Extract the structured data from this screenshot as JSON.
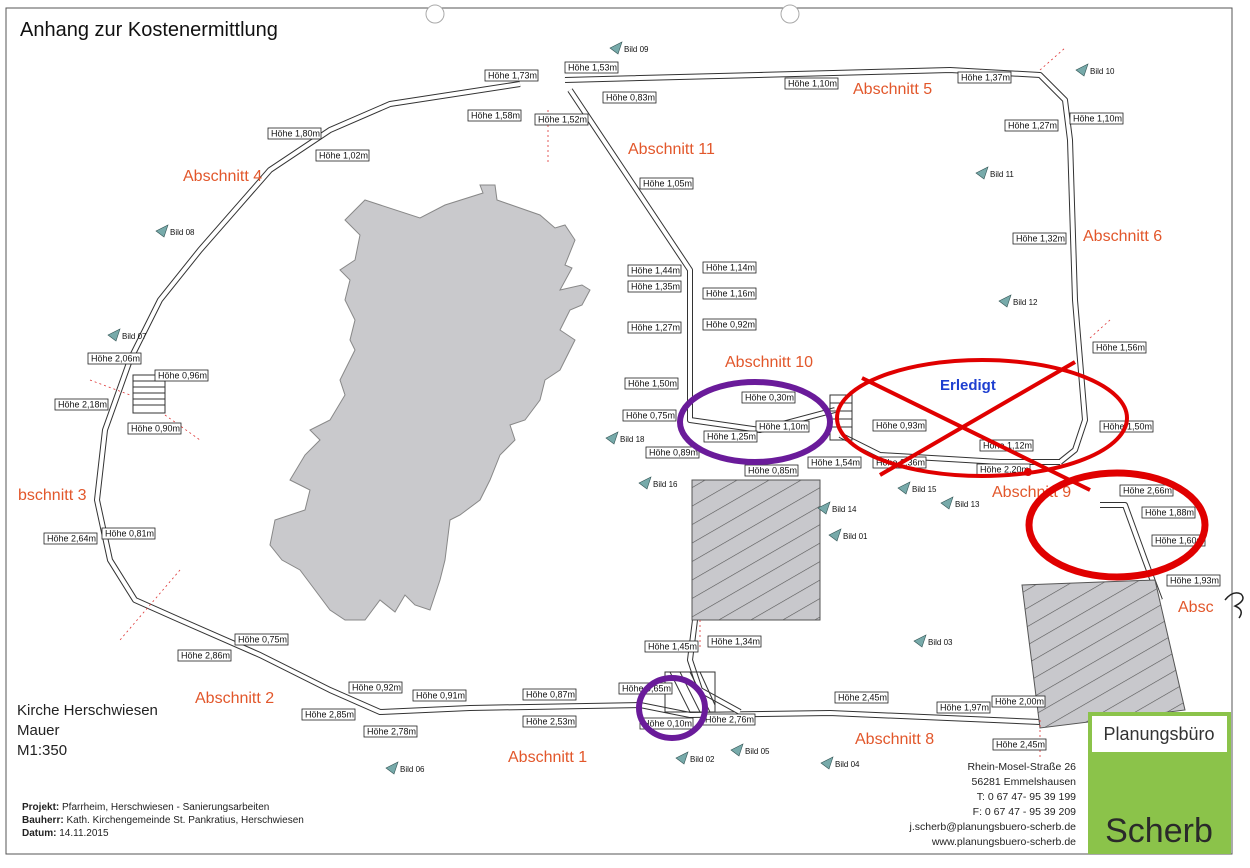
{
  "title": "Anhang zur Kostenermittlung",
  "church": {
    "line1": "Kirche Herschwiesen",
    "line2": "Mauer",
    "line3": "M1:350"
  },
  "sections": [
    {
      "id": "a1",
      "label": "Abschnitt 1"
    },
    {
      "id": "a2",
      "label": "Abschnitt 2"
    },
    {
      "id": "a3",
      "label": "bschnitt 3"
    },
    {
      "id": "a4",
      "label": "Abschnitt 4"
    },
    {
      "id": "a5",
      "label": "Abschnitt 5"
    },
    {
      "id": "a6",
      "label": "Abschnitt 6"
    },
    {
      "id": "a8",
      "label": "Abschnitt 8"
    },
    {
      "id": "a9",
      "label": "Abschnitt 9"
    },
    {
      "id": "a10",
      "label": "Abschnitt 10"
    },
    {
      "id": "a11",
      "label": "Abschnitt 11"
    },
    {
      "id": "a5b",
      "label": "Absc"
    }
  ],
  "heights": [
    "Höhe 1,73m",
    "Höhe 1,53m",
    "Höhe 0,83m",
    "Höhe 1,58m",
    "Höhe 1,52m",
    "Höhe 1,80m",
    "Höhe 1,02m",
    "Höhe 1,10m",
    "Höhe 1,37m",
    "Höhe 1,27m",
    "Höhe 1,10m",
    "Höhe 1,05m",
    "Höhe 1,32m",
    "Höhe 1,44m",
    "Höhe 1,14m",
    "Höhe 1,35m",
    "Höhe 1,16m",
    "Höhe 1,27m",
    "Höhe 0,92m",
    "Höhe 2,06m",
    "Höhe 0,96m",
    "Höhe 2,18m",
    "Höhe 0,90m",
    "Höhe 1,50m",
    "Höhe 0,75m",
    "Höhe 0,30m",
    "Höhe 1,10m",
    "Höhe 1,25m",
    "Höhe 0,89m",
    "Höhe 0,85m",
    "Höhe 1,54m",
    "Höhe 0,93m",
    "Höhe 2,36m",
    "Höhe 1,12m",
    "Höhe 2,20m",
    "Höhe 1,56m",
    "Höhe 1,50m",
    "Höhe 2,66m",
    "Höhe 1,88m",
    "Höhe 1,60m",
    "Höhe 1,93m",
    "Höhe 2,64m",
    "Höhe 0,81m",
    "Höhe 0,75m",
    "Höhe 2,86m",
    "Höhe 0,92m",
    "Höhe 0,91m",
    "Höhe 0,87m",
    "Höhe 2,85m",
    "Höhe 2,78m",
    "Höhe 2,53m",
    "Höhe 1,45m",
    "Höhe 1,34m",
    "Höhe 0,65m",
    "Höhe 0,10m",
    "Höhe 2,76m",
    "Höhe 2,45m",
    "Höhe 1,97m",
    "Höhe 2,00m",
    "Höhe 2,45m"
  ],
  "bilder": [
    "Bild 09",
    "Bild 10",
    "Bild 11",
    "Bild 08",
    "Bild 12",
    "Bild 07",
    "Bild 18",
    "Bild 16",
    "Bild 14",
    "Bild 13",
    "Bild 01",
    "Bild 03",
    "Bild 06",
    "Bild 02",
    "Bild 05",
    "Bild 04",
    "Bild 15"
  ],
  "annotation": "Erledigt",
  "project": {
    "projekt_label": "Projekt:",
    "projekt": "Pfarrheim, Herschwiesen - Sanierungsarbeiten",
    "bauherr_label": "Bauherr:",
    "bauherr": "Kath. Kirchengemeinde St. Pankratius, Herschwiesen",
    "datum_label": "Datum:",
    "datum": "14.11.2015"
  },
  "address": [
    "Rhein-Mosel-Straße 26",
    "56281 Emmelshausen",
    "T: 0 67 47- 95 39 199",
    "F: 0 67 47 - 95 39 209",
    "j.scherb@planungsbuero-scherb.de",
    "www.planungsbuero-scherb.de"
  ],
  "logo": {
    "top": "Planungsbüro",
    "bottom": "Scherb",
    "color": "#8bc34a"
  },
  "colors": {
    "section": "#e2572b",
    "red": "#e00000",
    "purple": "#6a1b9a",
    "blue": "#1e3fd0"
  }
}
